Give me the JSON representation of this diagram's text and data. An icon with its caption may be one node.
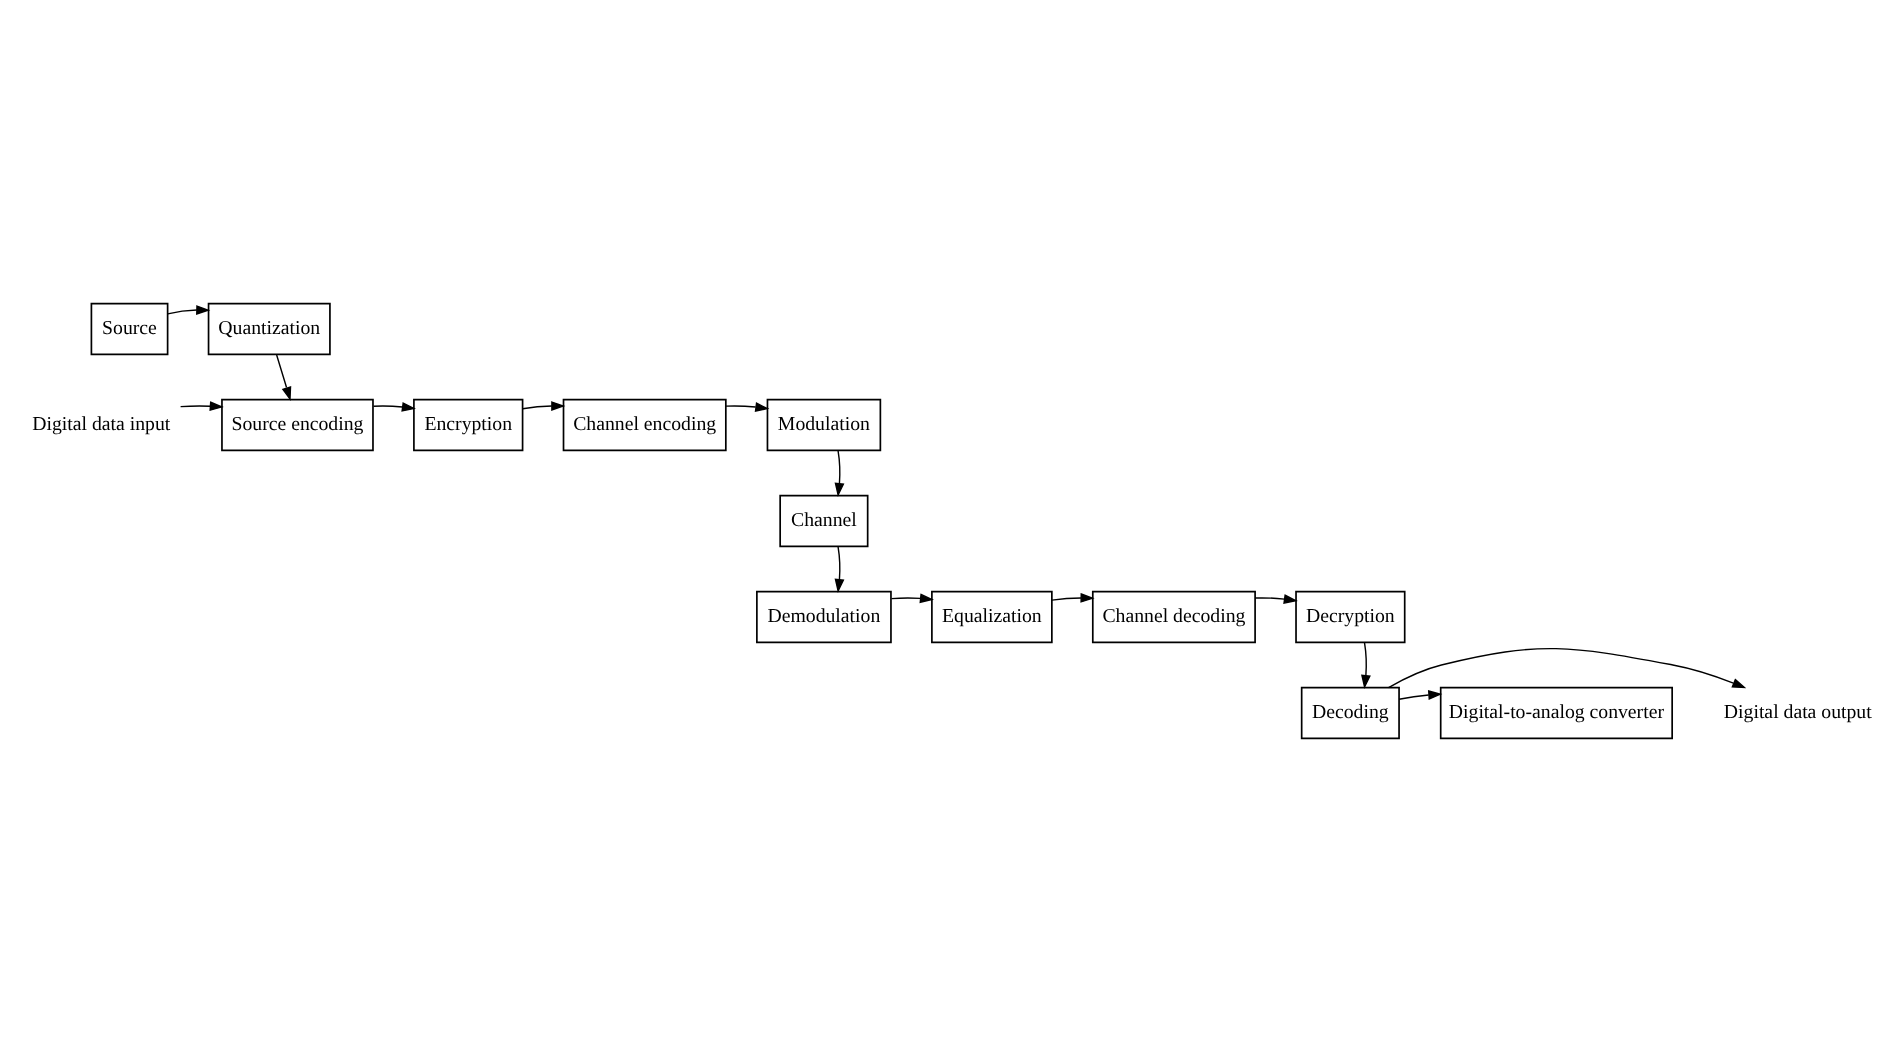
{
  "diagram": {
    "nodes": [
      {
        "text": [
          "Source"
        ]
      },
      {
        "text": [
          "Quantization"
        ]
      },
      {
        "text": [
          "Digital data input"
        ]
      },
      {
        "text": [
          "Source encoding"
        ]
      },
      {
        "text": [
          "Encryption"
        ]
      },
      {
        "text": [
          "Channel encoding"
        ]
      },
      {
        "text": [
          "Modulation"
        ]
      },
      {
        "text": [
          "Channel"
        ]
      },
      {
        "text": [
          "Demodulation"
        ]
      },
      {
        "text": [
          "Equalization"
        ]
      },
      {
        "text": [
          "Channel decoding"
        ]
      },
      {
        "text": [
          "Decryption"
        ]
      },
      {
        "text": [
          "Decoding"
        ]
      },
      {
        "text": [
          "Digital-to-analog converter"
        ]
      },
      {
        "text": [
          "Digital data output"
        ]
      }
    ],
    "edges": [
      {
        "from": 0,
        "to": 1,
        "arrow": "to"
      },
      {
        "from": 1,
        "to": 3,
        "arrow": "to"
      },
      {
        "from": 2,
        "to": 3,
        "arrow": "to"
      },
      {
        "from": 3,
        "to": 4,
        "arrow": "to"
      },
      {
        "from": 4,
        "to": 5,
        "arrow": "to"
      },
      {
        "from": 5,
        "to": 6,
        "arrow": "to"
      },
      {
        "from": 6,
        "to": 7,
        "arrow": "to"
      },
      {
        "from": 7,
        "to": 8,
        "arrow": "to"
      },
      {
        "from": 8,
        "to": 9,
        "arrow": "to"
      },
      {
        "from": 9,
        "to": 10,
        "arrow": "to"
      },
      {
        "from": 10,
        "to": 11,
        "arrow": "to"
      },
      {
        "from": 11,
        "to": 12,
        "arrow": "to"
      },
      {
        "from": 12,
        "to": 13,
        "arrow": "to"
      },
      {
        "from": 12,
        "to": 14,
        "arrow": "to"
      }
    ]
  }
}
